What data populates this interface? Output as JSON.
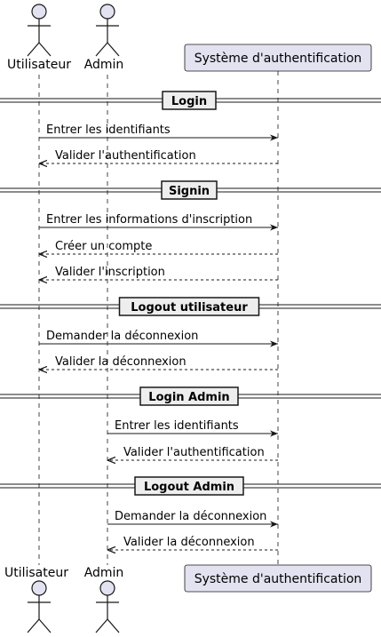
{
  "participants": {
    "user": "Utilisateur",
    "admin": "Admin",
    "system": "Système d'authentification"
  },
  "colors": {
    "actor_fill": "#E2E2F0",
    "stroke": "#181818",
    "divider_fill": "#EEEEEE",
    "background": "#FFFFFF"
  },
  "sections": [
    {
      "title": "Login",
      "messages": [
        {
          "from": "user",
          "to": "system",
          "label": "Entrer les identifiants",
          "dashed": false
        },
        {
          "from": "system",
          "to": "user",
          "label": "Valider l'authentification",
          "dashed": true
        }
      ]
    },
    {
      "title": "Signin",
      "messages": [
        {
          "from": "user",
          "to": "system",
          "label": "Entrer les informations d'inscription",
          "dashed": false
        },
        {
          "from": "system",
          "to": "user",
          "label": "Créer un compte",
          "dashed": true
        },
        {
          "from": "system",
          "to": "user",
          "label": "Valider l'inscription",
          "dashed": true
        }
      ]
    },
    {
      "title": "Logout utilisateur",
      "messages": [
        {
          "from": "user",
          "to": "system",
          "label": "Demander la déconnexion",
          "dashed": false
        },
        {
          "from": "system",
          "to": "user",
          "label": "Valider la déconnexion",
          "dashed": true
        }
      ]
    },
    {
      "title": "Login Admin",
      "messages": [
        {
          "from": "admin",
          "to": "system",
          "label": "Entrer les identifiants",
          "dashed": false
        },
        {
          "from": "system",
          "to": "admin",
          "label": "Valider l'authentification",
          "dashed": true
        }
      ]
    },
    {
      "title": "Logout Admin",
      "messages": [
        {
          "from": "admin",
          "to": "system",
          "label": "Demander la déconnexion",
          "dashed": false
        },
        {
          "from": "system",
          "to": "admin",
          "label": "Valider la déconnexion",
          "dashed": true
        }
      ]
    }
  ]
}
